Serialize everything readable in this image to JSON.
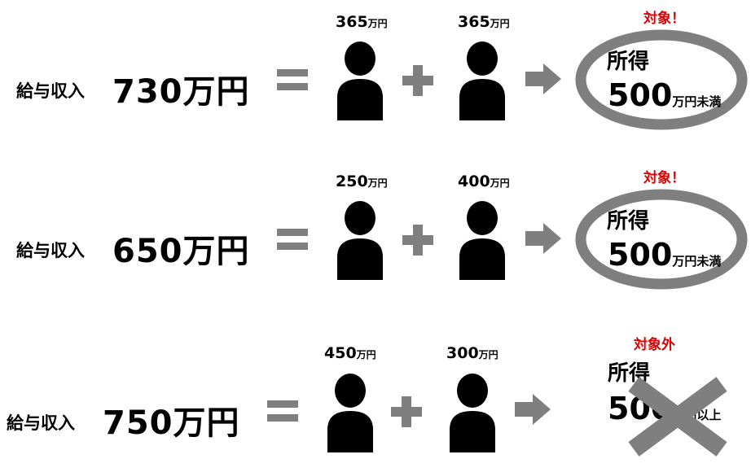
{
  "colors": {
    "operator": "#7f7f7f",
    "circle": "#7f7f7f",
    "status": "#e00000",
    "figure": "#000000"
  },
  "rows": [
    {
      "salary_label": "給与収入",
      "salary_amount": "730万円",
      "person1_amount": "365",
      "person2_amount": "365",
      "unit": "万円",
      "status": "対象！",
      "income_title": "所得",
      "income_value": "500",
      "income_unit": "万円未満",
      "mark": "circle"
    },
    {
      "salary_label": "給与収入",
      "salary_amount": "650万円",
      "person1_amount": "250",
      "person2_amount": "400",
      "unit": "万円",
      "status": "対象！",
      "income_title": "所得",
      "income_value": "500",
      "income_unit": "万円未満",
      "mark": "circle"
    },
    {
      "salary_label": "給与収入",
      "salary_amount": "750万円",
      "person1_amount": "450",
      "person2_amount": "300",
      "unit": "万円",
      "status": "対象外",
      "income_title": "所得",
      "income_value": "500",
      "income_unit": "万円以上",
      "mark": "cross"
    }
  ]
}
